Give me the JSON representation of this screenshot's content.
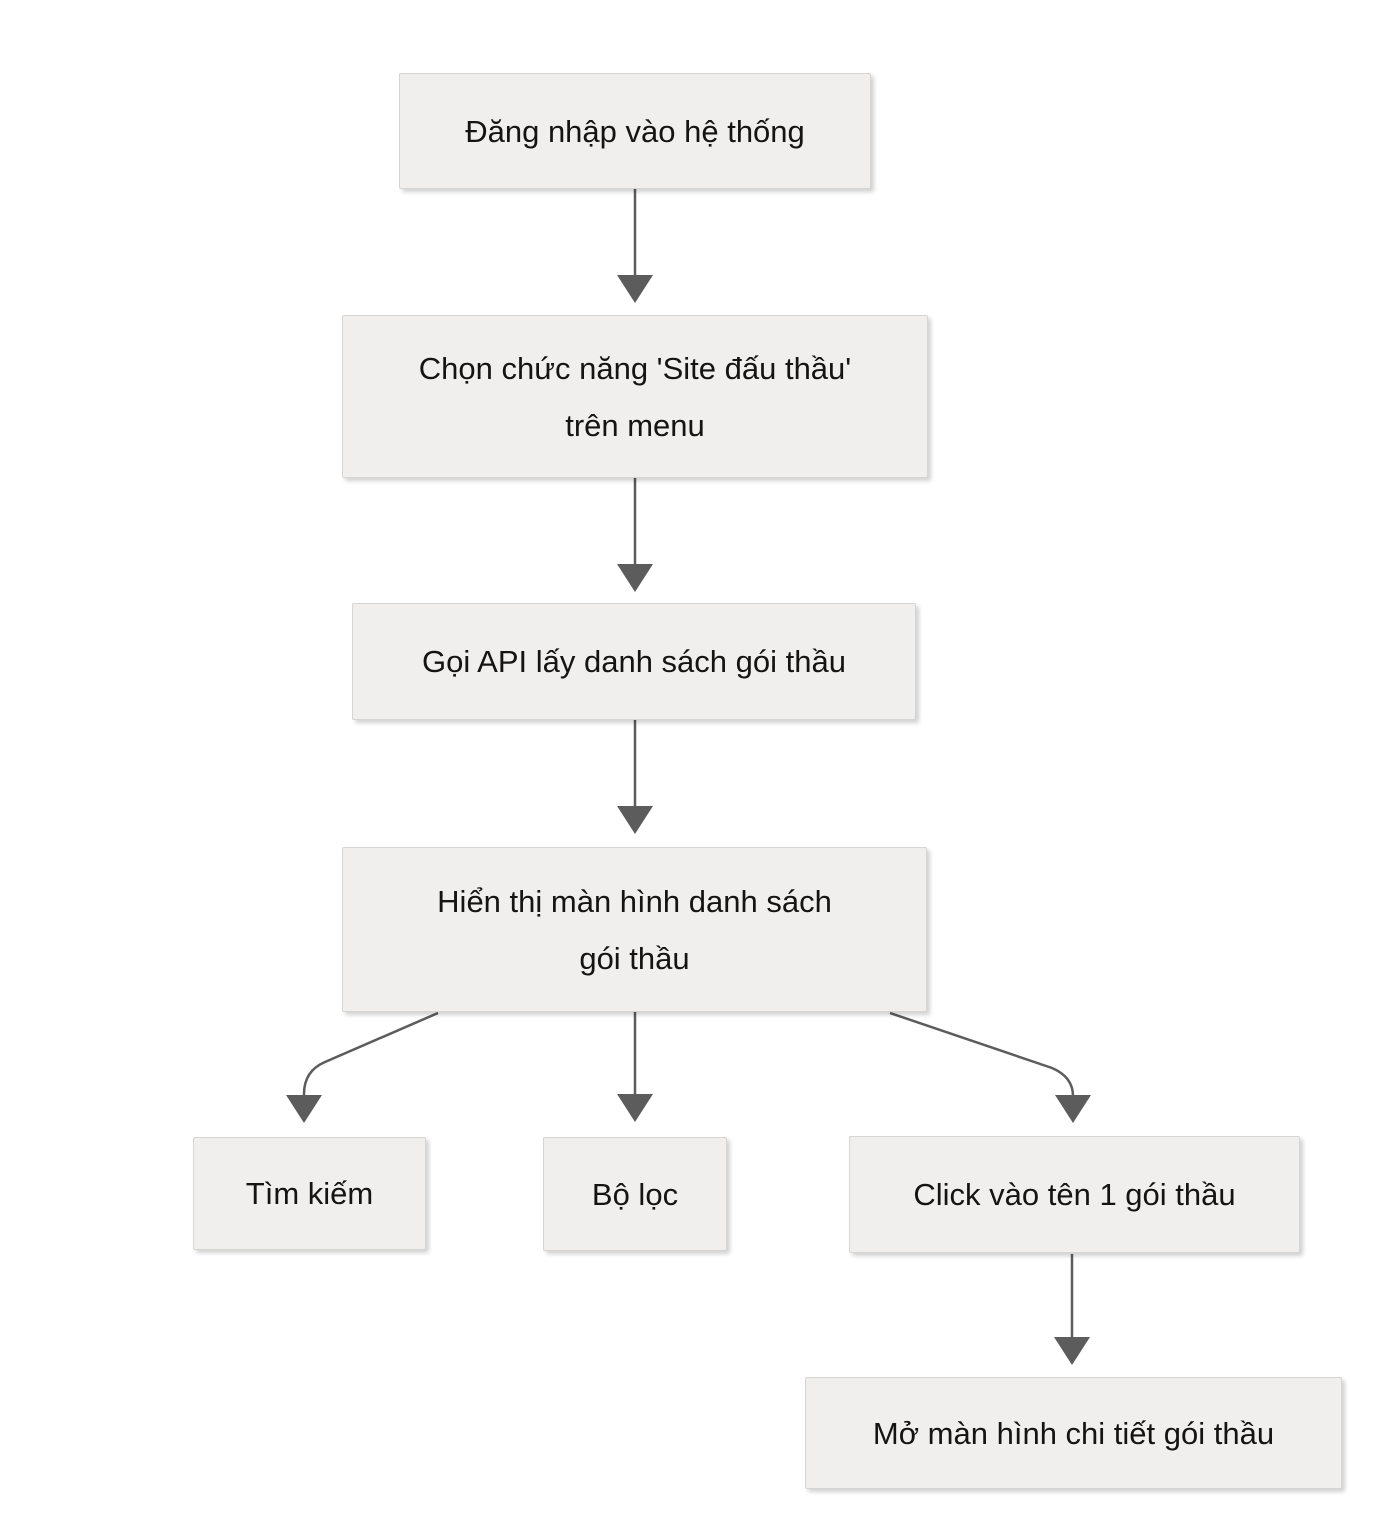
{
  "diagram": {
    "type": "flowchart",
    "language": "vi",
    "colors": {
      "page_bg": "#ffffff",
      "node_fill": "#f0efed",
      "node_border": "#d7d5d2",
      "arrow": "#5c5c5c",
      "text": "#141414"
    },
    "nodes": [
      {
        "id": "login",
        "label": "Đăng nhập vào hệ thống",
        "lines": [
          "Đăng nhập vào hệ thống"
        ]
      },
      {
        "id": "select-site-bidding",
        "label": "Chọn chức năng 'Site đấu thầu' trên menu",
        "lines": [
          "Chọn chức năng 'Site đấu thầu'",
          "trên menu"
        ]
      },
      {
        "id": "call-api",
        "label": "Gọi API lấy danh sách gói thầu",
        "lines": [
          "Gọi API lấy danh sách gói thầu"
        ]
      },
      {
        "id": "show-list",
        "label": "Hiển thị màn hình danh sách gói thầu",
        "lines": [
          "Hiển thị màn hình danh sách",
          "gói thầu"
        ]
      },
      {
        "id": "search",
        "label": "Tìm kiếm",
        "lines": [
          "Tìm kiếm"
        ]
      },
      {
        "id": "filter",
        "label": "Bộ lọc",
        "lines": [
          "Bộ lọc"
        ]
      },
      {
        "id": "click-package",
        "label": "Click vào tên 1 gói thầu",
        "lines": [
          "Click vào tên 1 gói thầu"
        ]
      },
      {
        "id": "open-detail",
        "label": "Mở màn hình chi tiết gói thầu",
        "lines": [
          "Mở màn hình chi tiết gói thầu"
        ]
      }
    ],
    "edges": [
      {
        "from": "login",
        "to": "select-site-bidding"
      },
      {
        "from": "select-site-bidding",
        "to": "call-api"
      },
      {
        "from": "call-api",
        "to": "show-list"
      },
      {
        "from": "show-list",
        "to": "search"
      },
      {
        "from": "show-list",
        "to": "filter"
      },
      {
        "from": "show-list",
        "to": "click-package"
      },
      {
        "from": "click-package",
        "to": "open-detail"
      }
    ]
  }
}
